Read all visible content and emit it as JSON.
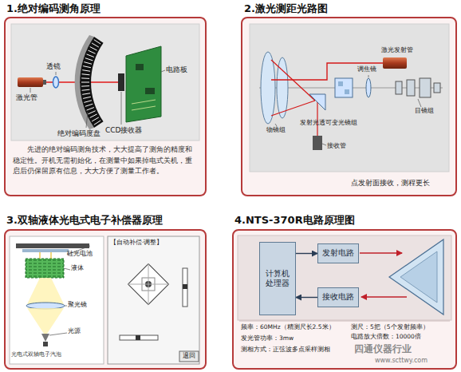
{
  "diagram": {
    "nodes": [
      {
        "text": [
          "1.绝对编码测角原理"
        ]
      },
      {
        "text": [
          "2.激光测距光路图"
        ]
      },
      {
        "text": [
          "3.双轴液体光电式电子补偿器原理"
        ]
      },
      {
        "text": [
          "4.NTS-370R电路原理图"
        ]
      },
      {
        "text": [
          "计算机处理器"
        ],
        "in": 3
      },
      {
        "text": [
          "发射电路"
        ],
        "in": 3
      },
      {
        "text": [
          "接收电路"
        ],
        "in": 3
      }
    ],
    "edges": [
      {
        "from": 4,
        "to": 5,
        "arrow": "to"
      },
      {
        "from": 6,
        "to": 4,
        "arrow": "to"
      }
    ],
    "labels": [
      "透镜",
      "激光管",
      "绝对编码度盘",
      "CCD接收器",
      "电路板",
      "先进的绝对编码测角技术，大大提高了测角的精度和稳定性。开机无需初始化，在测量中如果掉电式关机，重启后仍保留原有信息，大大方便了测量工作者。",
      "激光发射管",
      "调焦镜",
      "物镜组",
      "发射光透可变光镜组",
      "接收管",
      "目镜组",
      "点发射面接收，测程更长",
      "硅光电池",
      "液体",
      "聚光镜",
      "光源",
      "光电式双轴电子汽泡",
      "【自动补偿·调整】",
      "退回",
      "频率：60MHz（精测尺长2.5米）",
      "发光管功率：3mw",
      "测相方式：正弦波多点采样测相",
      "测尺：5把（5个发射频率）",
      "电路放大倍数：10000倍",
      "四通仪器行业",
      "www.scttwy.com"
    ]
  }
}
